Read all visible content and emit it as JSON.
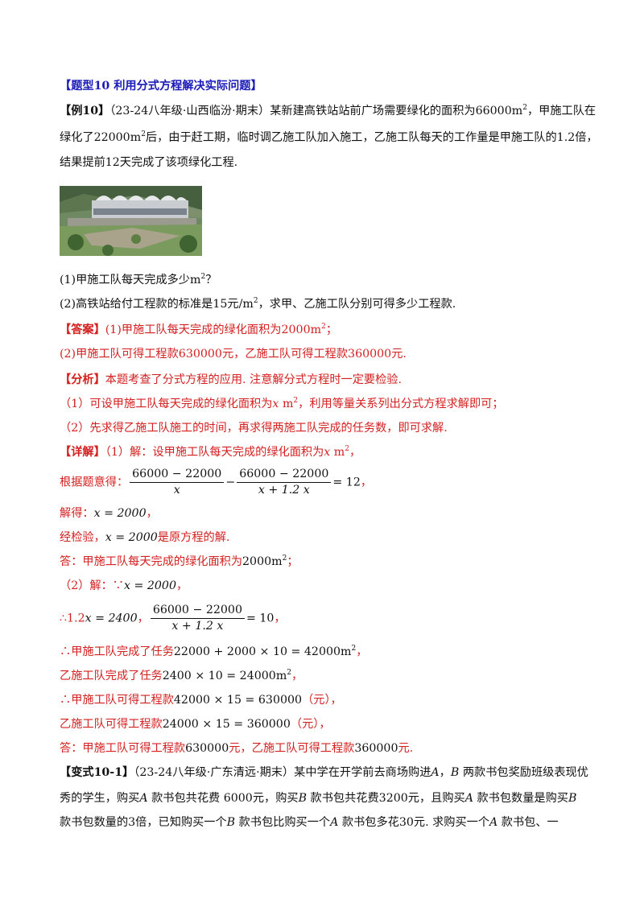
{
  "heading": "【题型10  利用分式方程解决实际问题】",
  "example": {
    "tag": "【例10】",
    "source": "（23-24八年级·山西临汾·期末）",
    "line1_a": "某新建高铁站站前广场需要绿化的面积为",
    "area_total": "66000",
    "unit_m2": "m",
    "line1_b": "，甲施工队在",
    "line2_a": "绿化了",
    "area_done": "22000",
    "line2_b": "后，由于赶工期，临时调乙施工队加入施工，乙施工队每天的工作量是甲施工队的1.2倍，",
    "line3": "结果提前12天完成了该项绿化工程."
  },
  "questions": {
    "q1": "(1)甲施工队每天完成多少",
    "q1_end": "？",
    "q2_a": "(2)高铁站给付工程款的标准是15元/",
    "q2_b": "，求甲、乙施工队分别可得多少工程款."
  },
  "answer": {
    "tag": "【答案】",
    "a1_a": "(1)甲施工队每天完成的绿化面积为",
    "a1_val": "2000",
    "a1_end": "；",
    "a2_a": "(2)甲施工队可得工程款",
    "a2_val1": "630000",
    "a2_b": "元，乙施工队可得工程款",
    "a2_val2": "360000",
    "a2_end": "元."
  },
  "analysis": {
    "tag": "【分析】",
    "text": "本题考查了分式方程的应用. 注意解分式方程时一定要检验.",
    "p1_a": "（1）可设甲施工队每天完成的绿化面积为",
    "p1_var": "x",
    "p1_b": "，利用等量关系列出分式方程求解即可；",
    "p2": "（2）先求得乙施工队施工的时间，再求得两施工队完成的任务数，即可求解."
  },
  "detail": {
    "tag": "【详解】",
    "d1_a": "（1）解：设甲施工队每天完成的绿化面积为",
    "d1_end": "，",
    "eq_prefix": "根据题意得：",
    "frac1_top": "66000 − 22000",
    "frac1_bot": "x",
    "minus": "−",
    "frac2_top": "66000 − 22000",
    "frac2_bot": "x + 1.2 x",
    "eq_rhs": "= 12",
    "eq_end": "，",
    "solve_a": "解得：",
    "solve_expr": "x = 2000",
    "solve_end": "，",
    "check_a": "经检验，",
    "check_expr": "x = 2000",
    "check_b": "是原方程的解.",
    "ans1_a": "答：甲施工队每天完成的绿化面积为",
    "ans1_val": "2000",
    "ans1_end": "；",
    "p2_a": "（2）解：∵",
    "p2_expr": "x = 2000",
    "p2_end": "，",
    "therefore1_a": "∴1.2",
    "therefore1_b": "x = 2400",
    "therefore1_sep": "，",
    "frac3_top": "66000 − 22000",
    "frac3_bot": "x + 1.2 x",
    "therefore1_rhs": "= 10",
    "therefore1_end": "，",
    "l2_a": "∴甲施工队完成了任务",
    "l2_expr": "22000 + 2000 × 10 = 42000",
    "l2_end": "，",
    "l3_a": "乙施工队完成了任务",
    "l3_expr": "2400 × 10 = 24000",
    "l3_end": "，",
    "l4_a": "∴甲施工队可得工程款",
    "l4_expr": "42000 × 15 = 630000",
    "l4_end": "（元），",
    "l5_a": "乙施工队可得工程款",
    "l5_expr": "24000 × 15 = 360000",
    "l5_end": "（元），",
    "final_a": "答：甲施工队可得工程款",
    "final_v1": "630000",
    "final_b": "元，乙施工队可得工程款",
    "final_v2": "360000",
    "final_end": "元."
  },
  "variant": {
    "tag": "【变式10-1】",
    "source": "（23-24八年级·广东清远·期末）",
    "l1_a": "某中学在开学前去商场购进",
    "A": "A",
    "comma": "，",
    "B": "B",
    "l1_b": "两款书包奖励班级表现优",
    "l2_a": "秀的学生，购买",
    "l2_b": "款书包共花费  6000元，购买",
    "l2_c": "款书包共花费3200元，且购买",
    "l2_d": "款书包数量是购买",
    "l3_a": "款书包数量的3倍，已知购买一个",
    "l3_b": "款书包比购买一个",
    "l3_c": "款书包多花30元.   求购买一个",
    "l3_d": "款书包、一"
  },
  "colors": {
    "heading": "#1a1ab8",
    "solution": "#d42020",
    "text": "#111111"
  },
  "image_subject": "high-speed-rail-station-photo"
}
